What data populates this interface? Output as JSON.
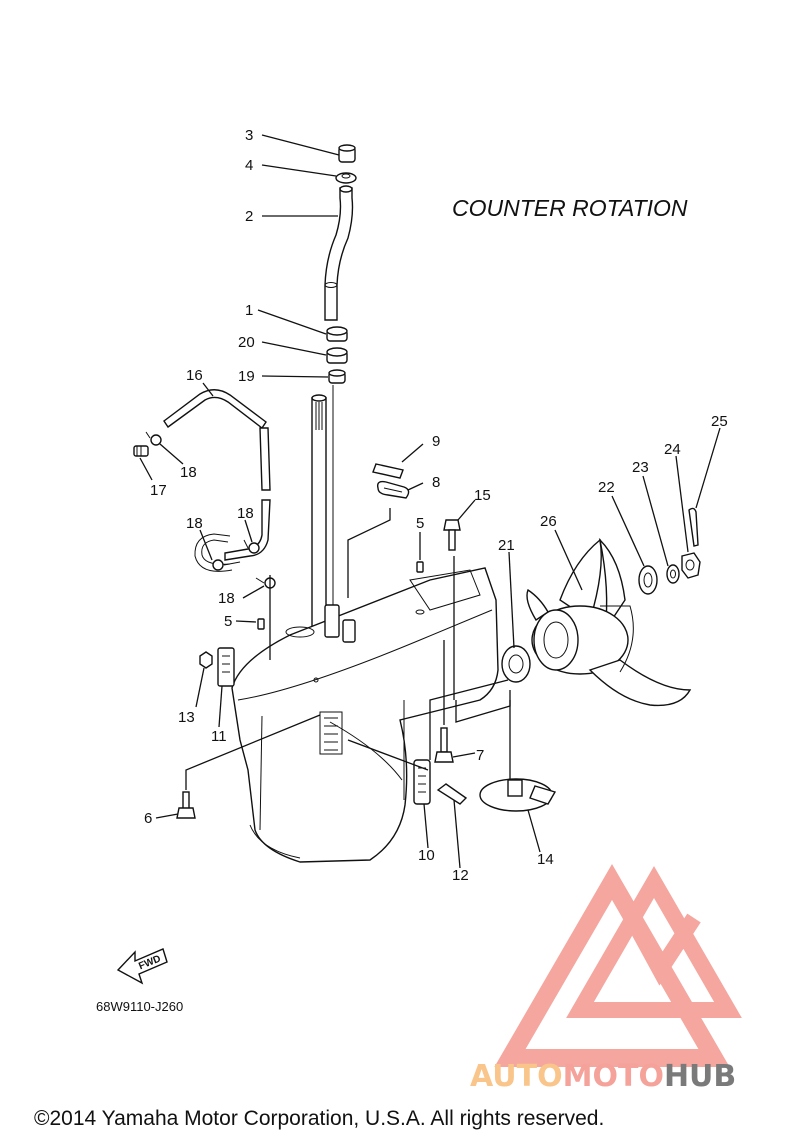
{
  "diagram": {
    "title": "COUNTER  ROTATION",
    "fwd_label": "FWD",
    "part_code": "68W9110-J260",
    "copyright": "©2014 Yamaha Motor Corporation, U.S.A. All rights reserved.",
    "callouts": {
      "c1": "1",
      "c2": "2",
      "c3": "3",
      "c4": "4",
      "c5a": "5",
      "c5b": "5",
      "c6": "6",
      "c7": "7",
      "c8": "8",
      "c9": "9",
      "c10": "10",
      "c11": "11",
      "c12": "12",
      "c13": "13",
      "c14": "14",
      "c15": "15",
      "c16": "16",
      "c17": "17",
      "c18a": "18",
      "c18b": "18",
      "c18c": "18",
      "c18d": "18",
      "c19": "19",
      "c20": "20",
      "c21": "21",
      "c22": "22",
      "c23": "23",
      "c24": "24",
      "c25": "25",
      "c26": "26"
    }
  },
  "watermark": {
    "part1": "AUTO",
    "part2": "MOTO",
    "part3": "HUB",
    "colors": {
      "red": "#f4a29a",
      "orange": "#f9c58a",
      "gray": "#7a7a7a"
    }
  }
}
